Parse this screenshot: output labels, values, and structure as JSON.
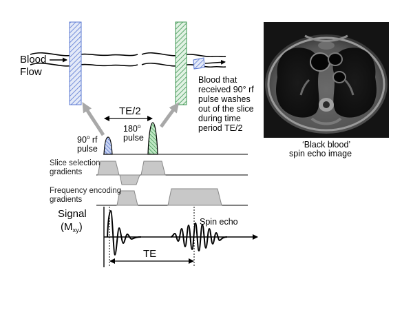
{
  "labels": {
    "blood_flow_line1": "Blood",
    "blood_flow_line2": "Flow",
    "washout_line1": "Blood that",
    "washout_line2": "received 90° rf",
    "washout_line3": "pulse washes",
    "washout_line4": "out of the slice",
    "washout_line5": "during time",
    "washout_line6": "period TE/2",
    "te_half": "TE/2",
    "pulse90_value": "90",
    "pulse90_unit": "o",
    "pulse90_suffix": " rf",
    "pulse90_line2": "pulse",
    "pulse180_value": "180",
    "pulse180_unit": "o",
    "pulse180_line2": "pulse",
    "slice_sel_line1": "Slice selection",
    "slice_sel_line2": "gradients",
    "freq_enc_line1": "Frequency encoding",
    "freq_enc_line2": "gradients",
    "signal_line1": "Signal",
    "signal_line2_open": "(M",
    "signal_line2_sub": "xy",
    "signal_line2_close": ")",
    "spin_echo": "Spin echo",
    "te": "TE",
    "caption_line1": "‘Black blood’",
    "caption_line2": "spin echo image"
  },
  "colors": {
    "slice_blue": "#5a78d2",
    "slice_green": "#3c9650",
    "gradient_fill": "#c8c8c8",
    "arrow_gray": "#a8a8a8",
    "pulse_blue_fill": "#b9c8f0",
    "pulse_green_fill": "#a8e0b0"
  }
}
